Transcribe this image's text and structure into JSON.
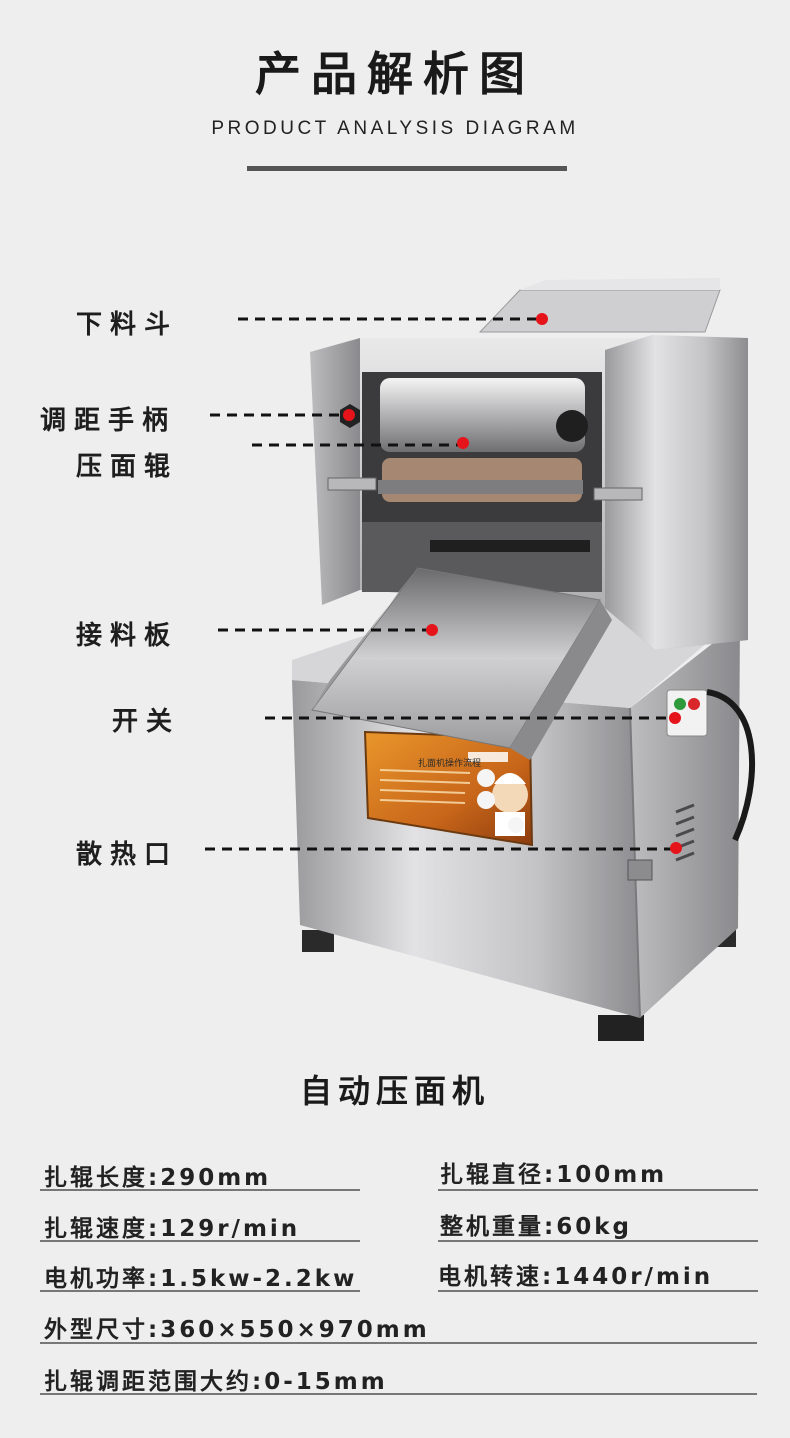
{
  "header": {
    "title": "产品解析图",
    "subtitle": "PRODUCT ANALYSIS DIAGRAM"
  },
  "callouts": [
    {
      "label": "下料斗"
    },
    {
      "label": "调距手柄"
    },
    {
      "label": "压面辊"
    },
    {
      "label": "接料板"
    },
    {
      "label": "开关"
    },
    {
      "label": "散热口"
    }
  ],
  "poster": {
    "title_text": "扎面机操作流程"
  },
  "product_name": "自动压面机",
  "specs": [
    {
      "text": "扎辊长度:290mm"
    },
    {
      "text": "扎辊直径:100mm"
    },
    {
      "text": "扎辊速度:129r/min"
    },
    {
      "text": "整机重量:60kg"
    },
    {
      "text": "电机功率:1.5kw-2.2kw"
    },
    {
      "text": "电机转速:1440r/min"
    },
    {
      "text": "外型尺寸:360×550×970mm"
    },
    {
      "text": "扎辊调距范围大约:0-15mm"
    }
  ],
  "colors": {
    "background": "#eeeeee",
    "marker": "#e5141b",
    "switch_green": "#2e9a3c",
    "switch_red": "#d8262b"
  }
}
